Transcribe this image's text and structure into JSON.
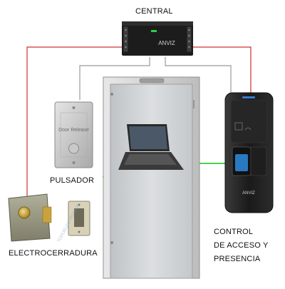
{
  "labels": {
    "central": "CENTRAL",
    "pulsador": "PULSADOR",
    "electrocerradura": "ELECTROCERRADURA",
    "control_line1": "CONTROL",
    "control_line2": "DE ACCESO Y",
    "control_line3": "PRESENCIA"
  },
  "devices": {
    "central_brand": "ANVIZ",
    "reader_brand": "ANVIZ",
    "button_text": "Door Release",
    "watermark": "TODOELECTRONICA"
  },
  "colors": {
    "wire_red": "#cc3333",
    "wire_grey": "#9a9a9a",
    "wire_green": "#33cc33",
    "device_black": "#1c1c1c",
    "door": "#cfd2d4"
  }
}
